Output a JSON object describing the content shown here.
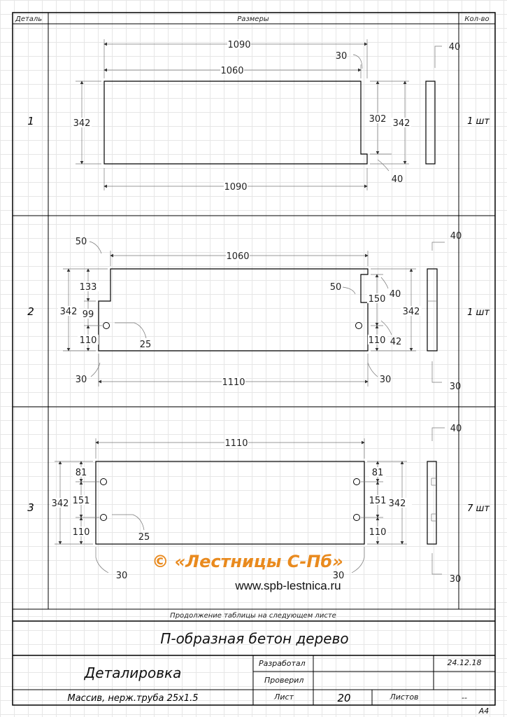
{
  "header": {
    "col_part": "Деталь",
    "col_dims": "Размеры",
    "col_qty": "Кол-во"
  },
  "rows": [
    {
      "part": "1",
      "qty": "1 шт"
    },
    {
      "part": "2",
      "qty": "1 шт"
    },
    {
      "part": "3",
      "qty": "7 шт"
    }
  ],
  "part1": {
    "top_overall": "1090",
    "top_inner": "1060",
    "notch_w": "30",
    "thickness": "40",
    "height_left": "342",
    "height_notch": "302",
    "height_right": "342",
    "notch_bottom": "40",
    "bottom_overall": "1090"
  },
  "part2": {
    "left_notch_w": "50",
    "top_len": "1060",
    "thickness_top": "40",
    "seg_133": "133",
    "seg_99": "99",
    "seg_110": "110",
    "height_left": "342",
    "right_notch_w": "50",
    "right_150": "150",
    "right_40": "40",
    "height_right": "342",
    "right_110": "110",
    "right_42": "42",
    "hole_d": "25",
    "bottom_left_30": "30",
    "bottom_len": "1110",
    "bottom_right_30": "30",
    "side_30": "30"
  },
  "part3": {
    "top_len": "1110",
    "thickness_top": "40",
    "left_81": "81",
    "left_151": "151",
    "left_110": "110",
    "height_left": "342",
    "right_81": "81",
    "right_151": "151",
    "right_110": "110",
    "height_right": "342",
    "hole_d": "25",
    "bottom_30_left": "30",
    "bottom_30_right": "30",
    "side_30": "30"
  },
  "watermark": {
    "brand": "© «Лестницы С-Пб»",
    "url": "www.spb-lestnica.ru"
  },
  "footer_note": "Продолжение таблицы на следующем листе",
  "title_block": {
    "product": "П-образная бетон дерево",
    "doc_name": "Деталировка",
    "material": "Массив, нерж.труба 25х1.5",
    "developed_label": "Разработал",
    "checked_label": "Проверил",
    "date": "24.12.18",
    "sheet_label": "Лист",
    "sheet_num": "20",
    "sheets_label": "Листов",
    "sheets_num": "--",
    "format": "А4"
  }
}
